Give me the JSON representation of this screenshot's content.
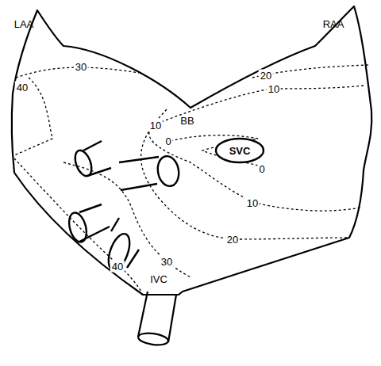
{
  "diagram": {
    "nodes": [
      {
        "text": [
          "SVC"
        ]
      }
    ],
    "labels": [
      "LAA",
      "RAA",
      "30",
      "40",
      "20",
      "10",
      "BB",
      "10",
      "0",
      "0",
      "10",
      "20",
      "40",
      "30",
      "IVC"
    ]
  }
}
